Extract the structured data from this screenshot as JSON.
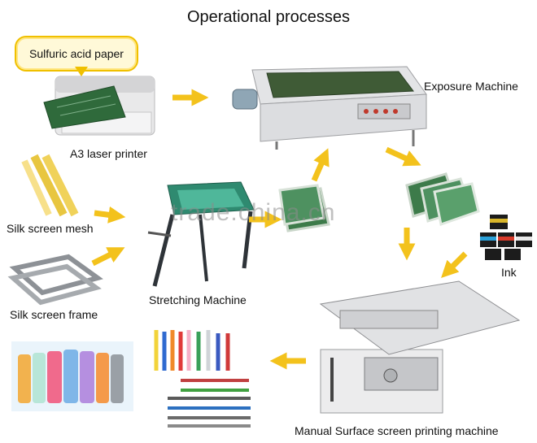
{
  "title": "Operational processes",
  "callout": "Sulfuric acid paper",
  "watermark": "trade.china.cn",
  "labels": {
    "printer": "A3 laser printer",
    "exposure": "Exposure Machine",
    "mesh": "Silk screen mesh",
    "frame": "Silk screen frame",
    "stretching": "Stretching Machine",
    "ink": "Ink",
    "printing": "Manual Surface screen printing machine"
  },
  "colors": {
    "arrow": "#f3c21c",
    "screen_green": "#3d7b4a",
    "machine_gray": "#d9dadc"
  }
}
